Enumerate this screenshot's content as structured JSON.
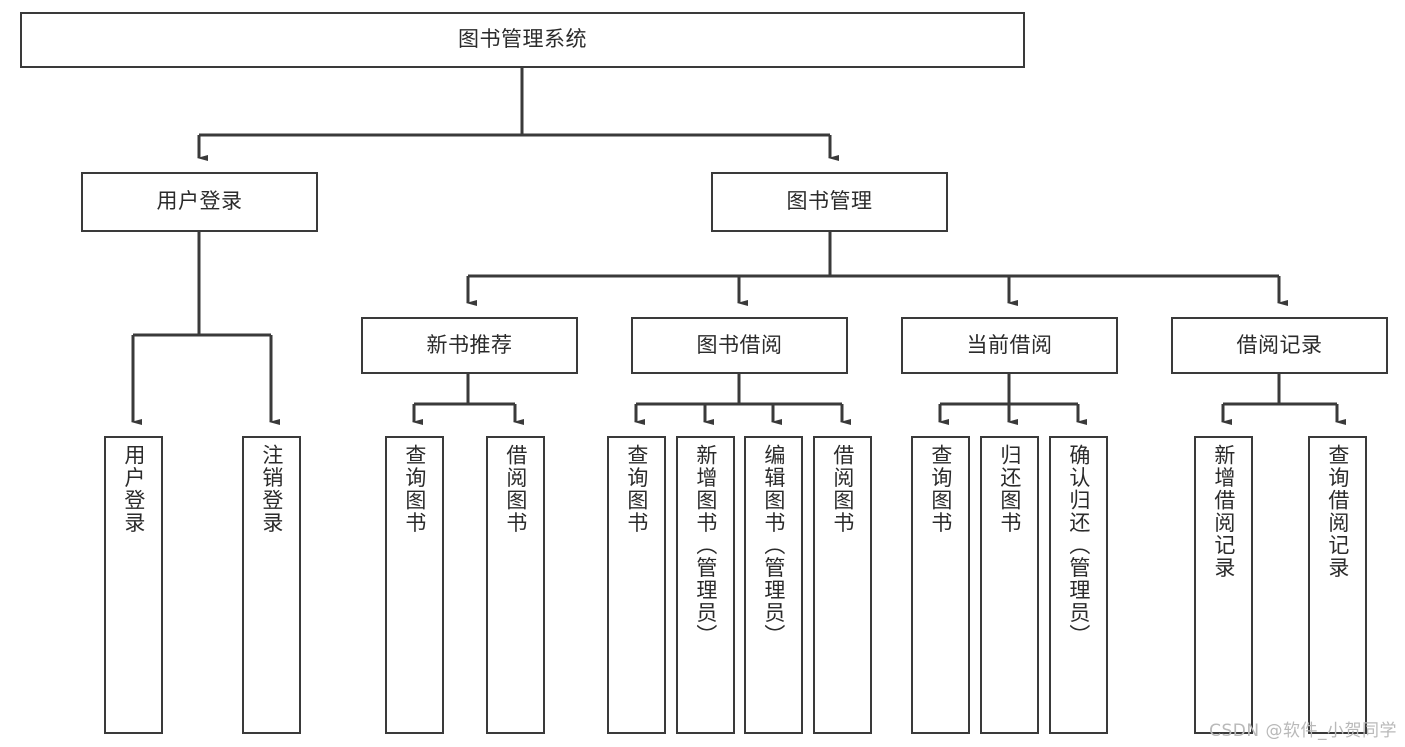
{
  "diagram": {
    "type": "tree-hierarchy",
    "title": "图书管理系统",
    "orientation": "top-down",
    "colors": {
      "node_border": "#3a3a3a",
      "node_fill": "#ffffff",
      "connector": "#3a3a3a",
      "text": "#2b2b2b",
      "watermark": "#b9b9b9",
      "background": "#ffffff"
    },
    "levels": {
      "root": {
        "label": "图书管理系统"
      },
      "level2": [
        {
          "id": "user-login",
          "label": "用户登录"
        },
        {
          "id": "book-management",
          "label": "图书管理"
        }
      ],
      "level3": [
        {
          "id": "new-book-recommend",
          "label": "新书推荐",
          "parent": "book-management"
        },
        {
          "id": "book-borrow",
          "label": "图书借阅",
          "parent": "book-management"
        },
        {
          "id": "current-borrow",
          "label": "当前借阅",
          "parent": "book-management"
        },
        {
          "id": "borrow-record",
          "label": "借阅记录",
          "parent": "book-management"
        }
      ],
      "leaves": [
        {
          "id": "leaf-user-login",
          "label": "用户登录",
          "parent": "user-login"
        },
        {
          "id": "leaf-logout",
          "label": "注销登录",
          "parent": "user-login"
        },
        {
          "id": "leaf-query-book-1",
          "label": "查询图书",
          "parent": "new-book-recommend"
        },
        {
          "id": "leaf-borrow-book-1",
          "label": "借阅图书",
          "parent": "new-book-recommend"
        },
        {
          "id": "leaf-query-book-2",
          "label": "查询图书",
          "parent": "book-borrow"
        },
        {
          "id": "leaf-add-book",
          "label": "新增图书（管理员）",
          "parent": "book-borrow"
        },
        {
          "id": "leaf-edit-book",
          "label": "编辑图书（管理员）",
          "parent": "book-borrow"
        },
        {
          "id": "leaf-borrow-book-2",
          "label": "借阅图书",
          "parent": "book-borrow"
        },
        {
          "id": "leaf-query-book-3",
          "label": "查询图书",
          "parent": "current-borrow"
        },
        {
          "id": "leaf-return-book",
          "label": "归还图书",
          "parent": "current-borrow"
        },
        {
          "id": "leaf-confirm-return",
          "label": "确认归还（管理员）",
          "parent": "current-borrow"
        },
        {
          "id": "leaf-add-record",
          "label": "新增借阅记录",
          "parent": "borrow-record"
        },
        {
          "id": "leaf-query-record",
          "label": "查询借阅记录",
          "parent": "borrow-record"
        }
      ]
    }
  },
  "watermark": {
    "text": "CSDN @软件_小贺同学"
  }
}
